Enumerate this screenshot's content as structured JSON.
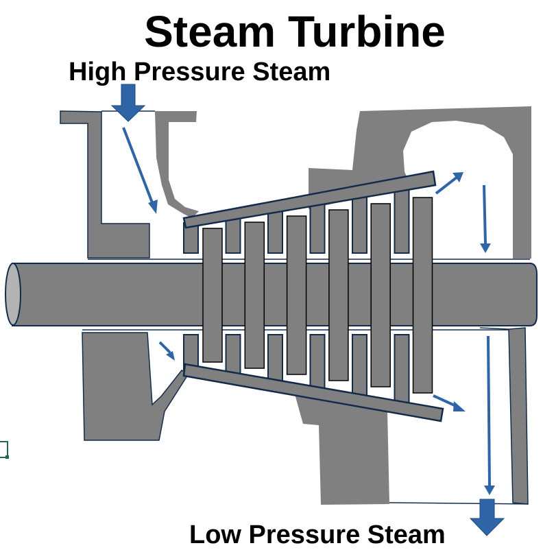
{
  "title": "Steam Turbine",
  "labels": {
    "inlet": "High Pressure Steam",
    "outlet": "Low Pressure Steam"
  },
  "colors": {
    "metal": "#808080",
    "outline": "#132b4a",
    "shaft_end": "#b3b3b3",
    "flow_arrow": "#2f65a7",
    "marker": "#1e6b4a"
  },
  "parts": {
    "rotor_blades_count": 6,
    "stator_vanes_count": 6
  },
  "icons": {
    "inlet_arrow": "arrow-down-icon",
    "outlet_arrow": "arrow-down-icon",
    "flow_arrows": "arrow-icon"
  }
}
